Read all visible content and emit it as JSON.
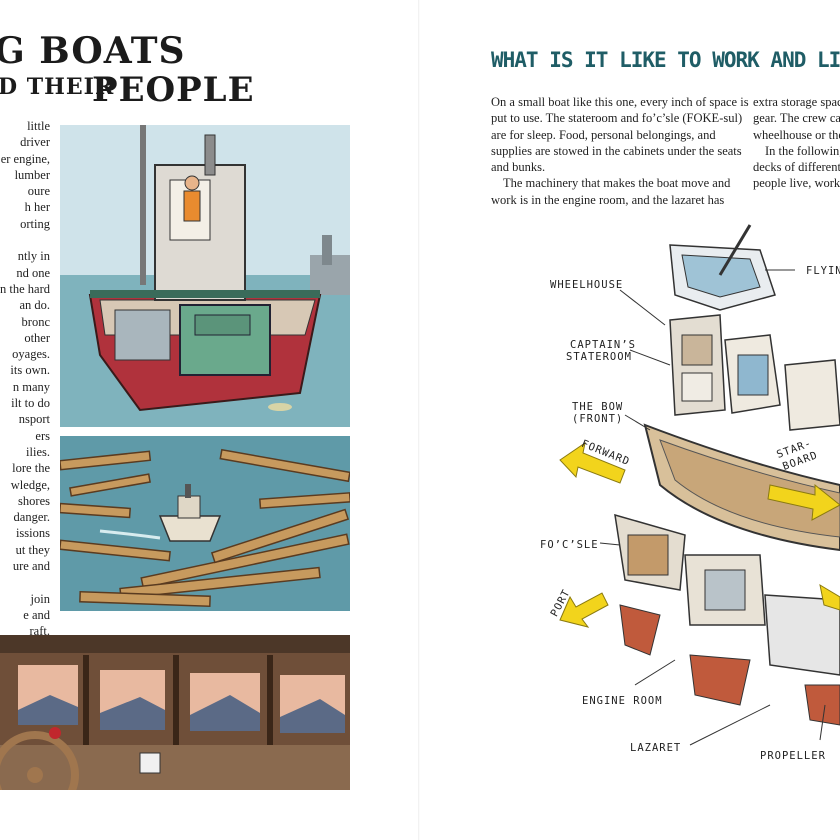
{
  "left_page": {
    "title_line_1": "G BOATS",
    "title_line_2a": "D THEIR",
    "title_line_2b": "PEOPLE",
    "text_lines": [
      "little",
      "driver",
      "er engine,",
      "lumber",
      "oure",
      "h her",
      "orting",
      "",
      "ntly in",
      "nd one",
      "n the hard",
      "an do.",
      "bronc",
      "other",
      "oyages.",
      "its own.",
      "n many",
      "ilt to do",
      "nsport",
      "ers",
      "ilies.",
      "lore the",
      "wledge,",
      "shores",
      "danger.",
      "issions",
      "ut they",
      "ure and",
      "",
      "join",
      "e and",
      "raft."
    ]
  },
  "right_page": {
    "heading": "WHAT IS IT LIKE TO WORK AND LIVE ON A BOAT",
    "col1_paragraphs": [
      "On a small boat like this one, every inch of space is put to use. The stateroom and fo’c’sle (FOKE-sul) are for sleep. Food, personal belongings, and supplies are stowed in the cabinets under the seats and bunks.",
      "The machinery that makes the boat move and work is in the engine room, and the lazaret has"
    ],
    "col2_lines": [
      "extra storage space",
      "gear. The crew can",
      "wheelhouse or the",
      "In the following",
      "decks of different t",
      "people live, work, e"
    ],
    "diagram_labels": {
      "wheelhouse": "WHEELHOUSE",
      "flying": "FLYIN",
      "captains_stateroom_1": "CAPTAIN’S",
      "captains_stateroom_2": "STATEROOM",
      "bow_1": "THE BOW",
      "bow_2": "(FRONT)",
      "forward": "FORWARD",
      "starboard_1": "STAR-",
      "starboard_2": "BOARD",
      "focsle": "FO’C’SLE",
      "port": "PORT",
      "engine_room": "ENGINE ROOM",
      "lazaret": "LAZARET",
      "propeller": "PROPELLER"
    },
    "colors": {
      "heading": "#1f5d66",
      "arrow": "#f2d41c"
    }
  }
}
